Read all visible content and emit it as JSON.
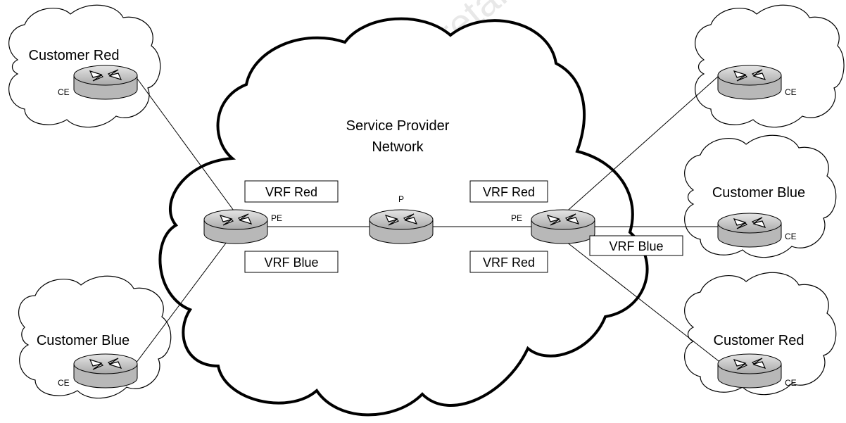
{
  "diagram": {
    "provider_network_label_line1": "Service Provider",
    "provider_network_label_line2": "Network",
    "p_router_label": "P",
    "pe_left_label": "PE",
    "pe_right_label": "PE",
    "left_vrf_red": "VRF Red",
    "left_vrf_blue": "VRF Blue",
    "right_vrf_red_top": "VRF Red",
    "right_vrf_red_bottom": "VRF Red",
    "right_vrf_blue": "VRF Blue",
    "customer_top_left": "Customer Red",
    "customer_bottom_left": "Customer Blue",
    "customer_mid_right": "Customer Blue",
    "customer_bottom_right": "Customer Red",
    "ce_label": "CE",
    "watermark_text": "retains"
  },
  "colors": {
    "router_fill": "#bdbdbd",
    "router_top": "#d9d9d9",
    "line": "#000000"
  }
}
